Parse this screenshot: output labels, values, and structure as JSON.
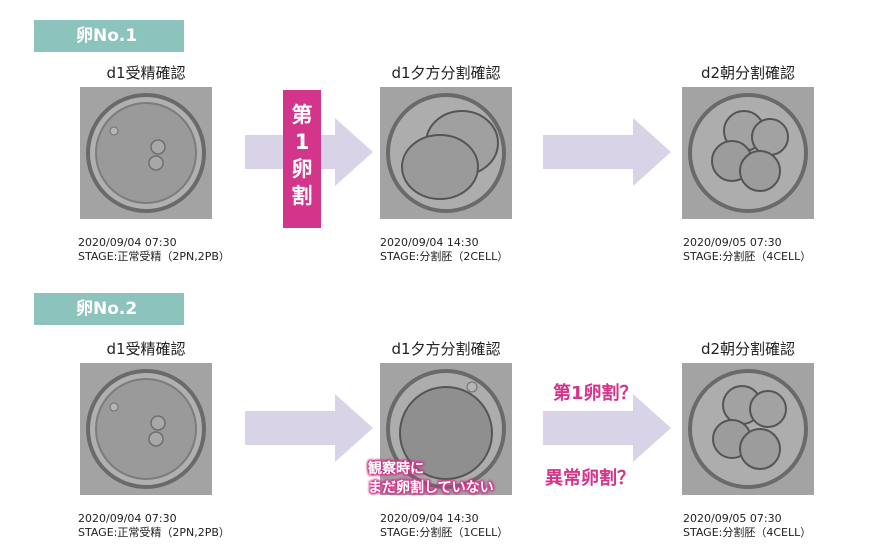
{
  "egg1": {
    "tag": "卵No.1",
    "panels": [
      {
        "title": "d1受精確認",
        "date": "2020/09/04 07:30",
        "stage": "STAGE:正常受精（2PN,2PB）"
      },
      {
        "title": "d1夕方分割確認",
        "date": "2020/09/04 14:30",
        "stage": "STAGE:分割胚（2CELL）"
      },
      {
        "title": "d2朝分割確認",
        "date": "2020/09/05 07:30",
        "stage": "STAGE:分割胚（4CELL）"
      }
    ],
    "division_label": [
      "第",
      "1",
      "卵",
      "割"
    ]
  },
  "egg2": {
    "tag": "卵No.2",
    "panels": [
      {
        "title": "d1受精確認",
        "date": "2020/09/04 07:30",
        "stage": "STAGE:正常受精（2PN,2PB）"
      },
      {
        "title": "d1夕方分割確認",
        "date": "2020/09/04 14:30",
        "stage": "STAGE:分割胚（1CELL）"
      },
      {
        "title": "d2朝分割確認",
        "date": "2020/09/05 07:30",
        "stage": "STAGE:分割胚（4CELL）"
      }
    ],
    "note": [
      "観察時に",
      "まだ卵割していない"
    ],
    "question1": "第1卵割？",
    "question2": "異常卵割？"
  },
  "colors": {
    "tag_bg": "#8cc3bd",
    "accent": "#d2358a",
    "arrow": "#d9d3e8"
  }
}
